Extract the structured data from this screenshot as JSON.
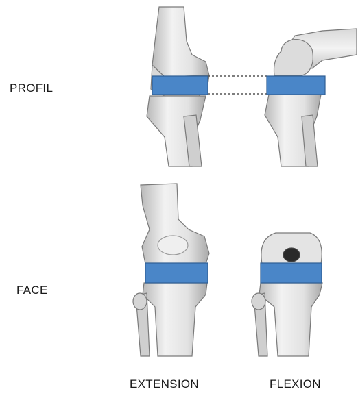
{
  "rows": {
    "profile_label": "PROFIL",
    "face_label": "FACE"
  },
  "columns": {
    "extension_label": "EXTENSION",
    "flexion_label": "FLEXION"
  },
  "colors": {
    "spacer_block": "#4a86c8",
    "spacer_border": "#2f5f94",
    "bone_fill": "#e9e9e9",
    "bone_shadow": "#b5b5b5",
    "bone_outline": "#7a7a7a",
    "dashed_line": "#555555"
  }
}
